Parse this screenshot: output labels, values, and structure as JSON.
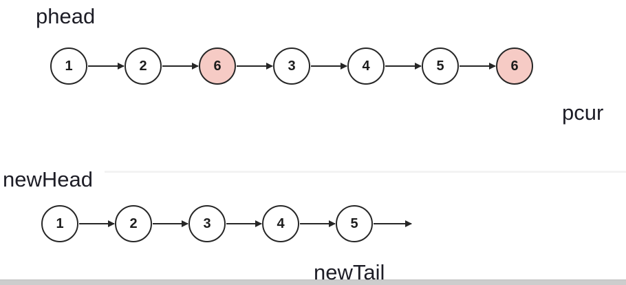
{
  "diagram": {
    "labels": {
      "phead": "phead",
      "pcur": "pcur",
      "newHead": "newHead",
      "newTail": "newTail"
    },
    "lists": [
      {
        "name": "phead-list",
        "nodes": [
          {
            "value": "1",
            "highlighted": false
          },
          {
            "value": "2",
            "highlighted": false
          },
          {
            "value": "6",
            "highlighted": true
          },
          {
            "value": "3",
            "highlighted": false
          },
          {
            "value": "4",
            "highlighted": false
          },
          {
            "value": "5",
            "highlighted": false
          },
          {
            "value": "6",
            "highlighted": true
          }
        ],
        "trailing_arrow": false
      },
      {
        "name": "newHead-list",
        "nodes": [
          {
            "value": "1",
            "highlighted": false
          },
          {
            "value": "2",
            "highlighted": false
          },
          {
            "value": "3",
            "highlighted": false
          },
          {
            "value": "4",
            "highlighted": false
          },
          {
            "value": "5",
            "highlighted": false
          }
        ],
        "trailing_arrow": true
      }
    ],
    "colors": {
      "node_fill": "#ffffff",
      "highlight_fill": "#f6cbc5",
      "stroke": "#262626",
      "label_text": "#1d1d26",
      "bottom_bar": "#cdcdcd"
    }
  }
}
